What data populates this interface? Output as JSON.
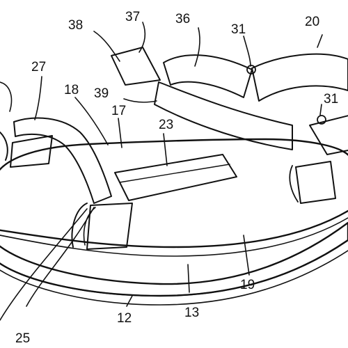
{
  "figure": {
    "reference_numerals": [
      {
        "id": "ref-38",
        "label": "38"
      },
      {
        "id": "ref-37",
        "label": "37"
      },
      {
        "id": "ref-36",
        "label": "36"
      },
      {
        "id": "ref-31-top",
        "label": "31"
      },
      {
        "id": "ref-20",
        "label": "20"
      },
      {
        "id": "ref-27",
        "label": "27"
      },
      {
        "id": "ref-18",
        "label": "18"
      },
      {
        "id": "ref-39",
        "label": "39"
      },
      {
        "id": "ref-17",
        "label": "17"
      },
      {
        "id": "ref-23",
        "label": "23"
      },
      {
        "id": "ref-31-right",
        "label": "31"
      },
      {
        "id": "ref-19",
        "label": "19"
      },
      {
        "id": "ref-13",
        "label": "13"
      },
      {
        "id": "ref-12",
        "label": "12"
      },
      {
        "id": "ref-25",
        "label": "25"
      }
    ]
  }
}
